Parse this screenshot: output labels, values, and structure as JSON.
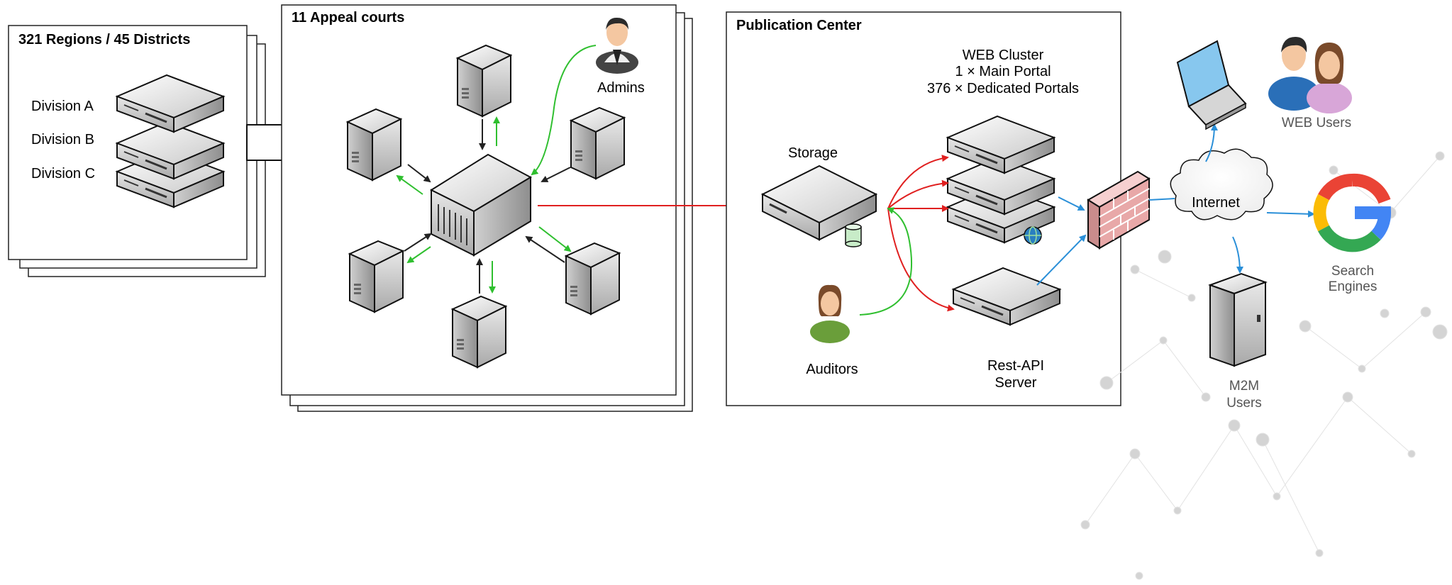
{
  "regions": {
    "title": "321 Regions / 45 Districts",
    "divisions": [
      "Division A",
      "Division B",
      "Division C"
    ]
  },
  "appeal": {
    "title": "11 Appeal courts",
    "admins_label": "Admins"
  },
  "publication": {
    "title": "Publication Center",
    "web_cluster": [
      "WEB Cluster",
      "1 × Main Portal",
      "376 × Dedicated Portals"
    ],
    "storage_label": "Storage",
    "auditors_label": "Auditors",
    "rest_api_label": [
      "Rest-API",
      "Server"
    ]
  },
  "external": {
    "internet_label": "Internet",
    "web_users_label": "WEB Users",
    "search_label": [
      "Search",
      "Engines"
    ],
    "m2m_label": [
      "M2M",
      "Users"
    ]
  },
  "colors": {
    "sync_arrow": "#333333",
    "green_arrow": "#2fbf2f",
    "red_arrow": "#e02020",
    "blue_arrow": "#2a8fd8"
  }
}
